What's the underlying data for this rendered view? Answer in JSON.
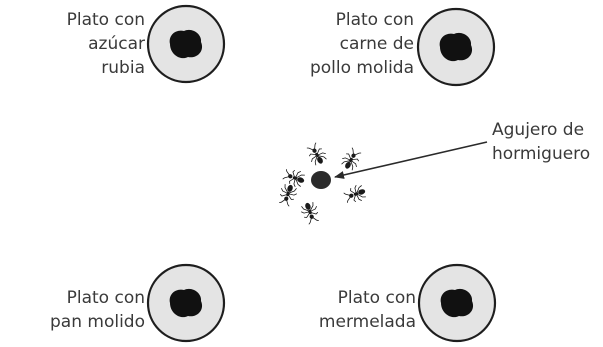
{
  "plates": [
    {
      "id": "tl",
      "lines": [
        "Plato con",
        "azúcar",
        "rubia"
      ]
    },
    {
      "id": "tr",
      "lines": [
        "Plato con",
        "carne de",
        "pollo molida"
      ]
    },
    {
      "id": "bl",
      "lines": [
        "Plato con",
        "pan molido"
      ]
    },
    {
      "id": "br",
      "lines": [
        "Plato con",
        "mermelada"
      ]
    }
  ],
  "anthill": {
    "lines": [
      "Agujero de",
      "hormiguero"
    ]
  },
  "colors": {
    "plate_fill": "#e4e4e4",
    "stroke": "#1e1e1e",
    "text": "#3a3a3a"
  }
}
